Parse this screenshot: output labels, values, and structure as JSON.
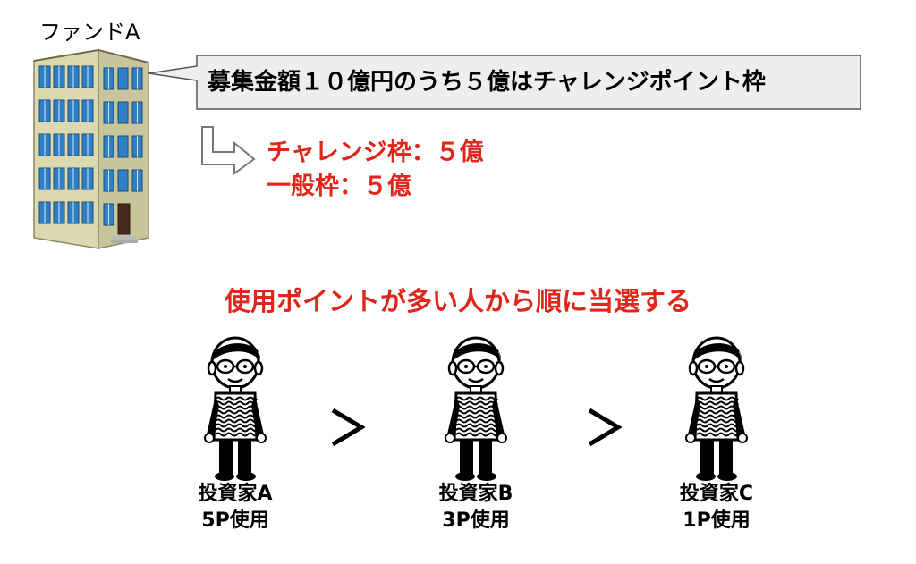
{
  "fund": {
    "label": "ファンドA"
  },
  "callout": {
    "text": "募集金額１０億円のうち５億はチャレンジポイント枠"
  },
  "allocation": {
    "challenge": "チャレンジ枠：５億",
    "general": "一般枠：５億"
  },
  "rule": {
    "text": "使用ポイントが多い人から順に当選する"
  },
  "comparison_symbol": "＞",
  "investors": [
    {
      "name": "投資家A",
      "points": "5P使用"
    },
    {
      "name": "投資家B",
      "points": "3P使用"
    },
    {
      "name": "投資家C",
      "points": "1P使用"
    }
  ],
  "colors": {
    "accent_red": "#e0251b",
    "callout_fill": "#eeeeee",
    "building_wall": "#dcd8b0",
    "window_blue": "#2f7fc4"
  }
}
